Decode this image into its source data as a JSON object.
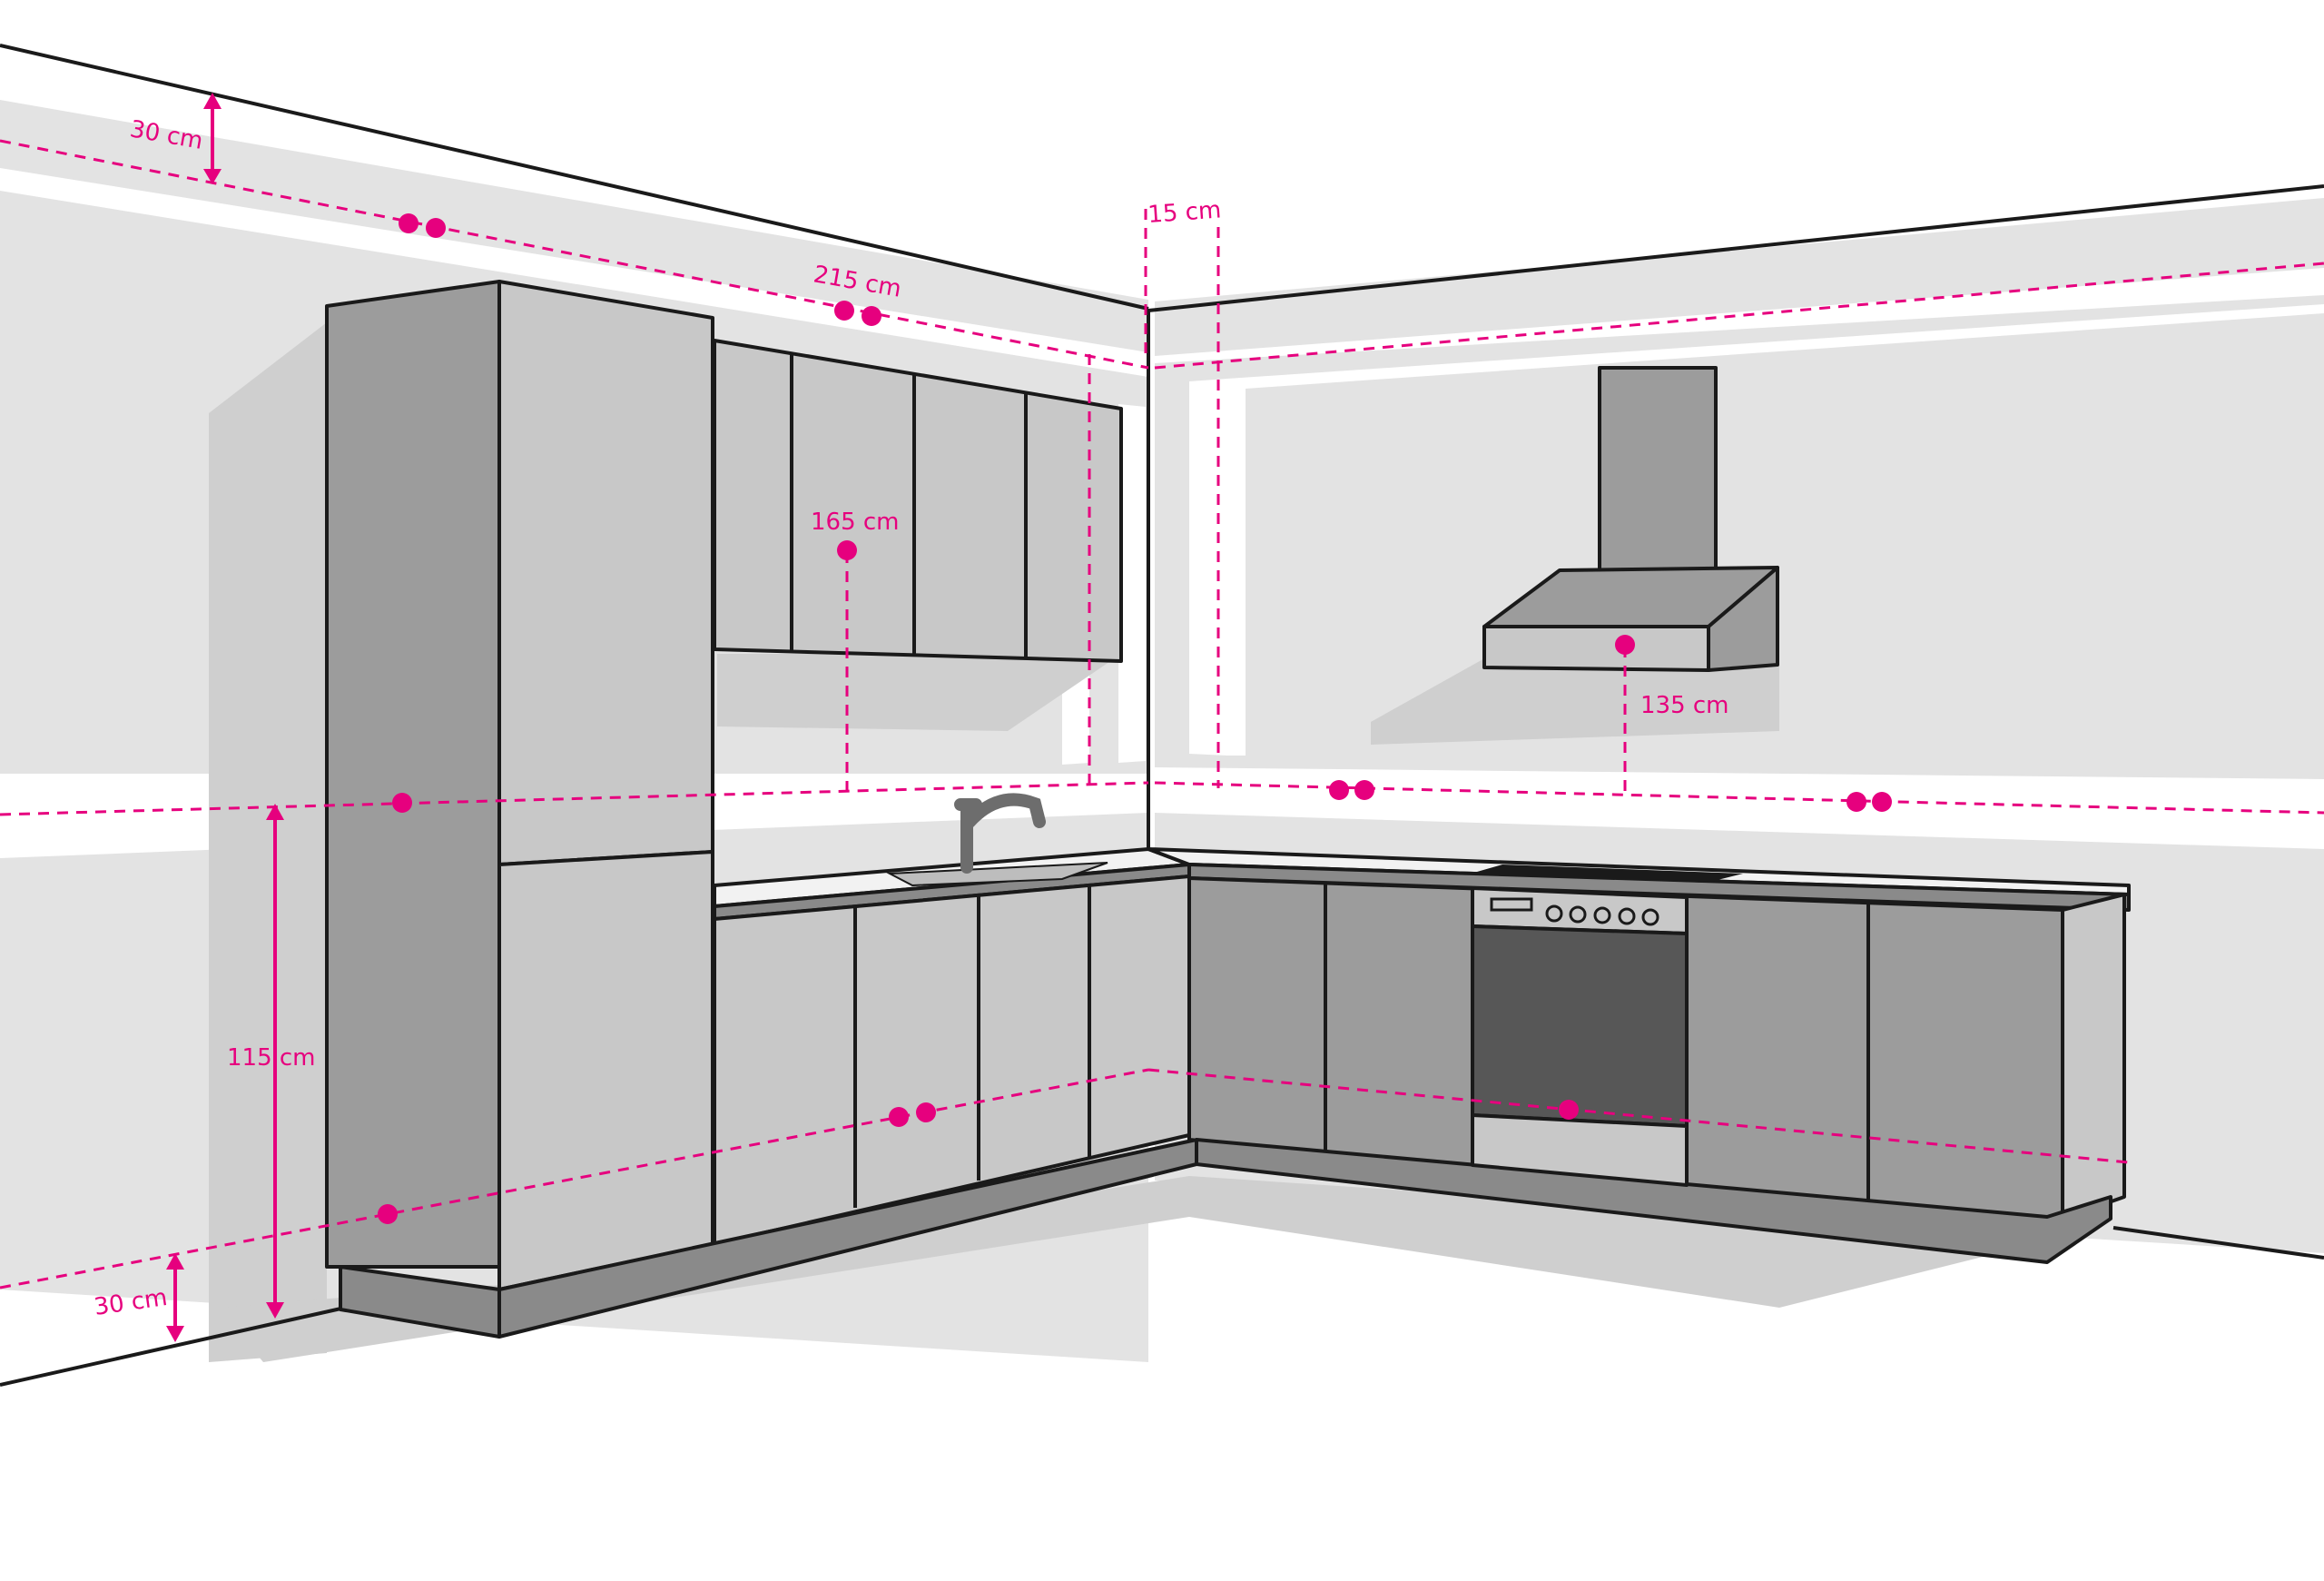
{
  "colors": {
    "accent": "#e6007e",
    "wall": "#e3e3e3",
    "cabinet_light": "#c8c8c8",
    "cabinet_dark": "#9c9c9c",
    "oven": "#575757",
    "outline": "#1a1a1a"
  },
  "labels": {
    "top_offset": "30 cm",
    "ceiling_gap": "15 cm",
    "upper_line": "215 cm",
    "wall_cabinet": "165 cm",
    "hood": "135 cm",
    "socket_height": "115 cm",
    "bottom_offset": "30 cm"
  }
}
